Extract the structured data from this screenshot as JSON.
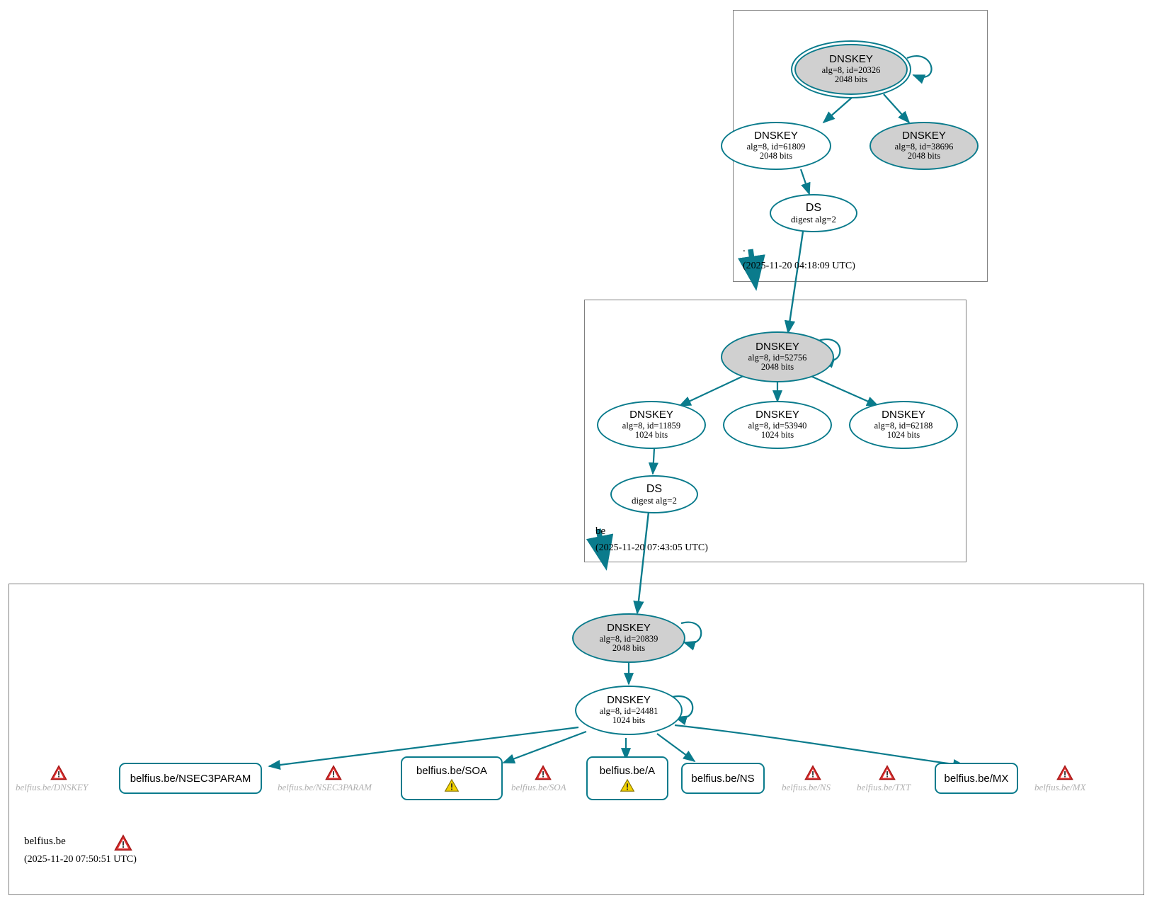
{
  "diagram": {
    "kind": "dnssec-authentication-chain",
    "accent_color": "#0a7b8c",
    "zone_box_color": "#808080",
    "secure_key_fill": "#d0d0d0",
    "error_color": "#cc2222",
    "warning_color": "#f2c200"
  },
  "zones": [
    {
      "id": "root",
      "name": ".",
      "timestamp": "(2025-11-20 04:18:09 UTC)"
    },
    {
      "id": "be",
      "name": "be",
      "timestamp": "(2025-11-20 07:43:05 UTC)"
    },
    {
      "id": "belfius",
      "name": "belfius.be",
      "timestamp": "(2025-11-20 07:50:51 UTC)",
      "status_icon": "error-triangle-icon"
    }
  ],
  "nodes": {
    "root_ksk": {
      "type": "DNSKEY",
      "line1": "DNSKEY",
      "line2": "alg=8, id=20326",
      "line3": "2048 bits"
    },
    "root_zsk": {
      "type": "DNSKEY",
      "line1": "DNSKEY",
      "line2": "alg=8, id=61809",
      "line3": "2048 bits"
    },
    "root_other": {
      "type": "DNSKEY",
      "line1": "DNSKEY",
      "line2": "alg=8, id=38696",
      "line3": "2048 bits"
    },
    "root_ds": {
      "type": "DS",
      "line1": "DS",
      "line2": "digest alg=2"
    },
    "be_ksk": {
      "type": "DNSKEY",
      "line1": "DNSKEY",
      "line2": "alg=8, id=52756",
      "line3": "2048 bits"
    },
    "be_zsk1": {
      "type": "DNSKEY",
      "line1": "DNSKEY",
      "line2": "alg=8, id=11859",
      "line3": "1024 bits"
    },
    "be_zsk2": {
      "type": "DNSKEY",
      "line1": "DNSKEY",
      "line2": "alg=8, id=53940",
      "line3": "1024 bits"
    },
    "be_zsk3": {
      "type": "DNSKEY",
      "line1": "DNSKEY",
      "line2": "alg=8, id=62188",
      "line3": "1024 bits"
    },
    "be_ds": {
      "type": "DS",
      "line1": "DS",
      "line2": "digest alg=2"
    },
    "belfius_ksk": {
      "type": "DNSKEY",
      "line1": "DNSKEY",
      "line2": "alg=8, id=20839",
      "line3": "2048 bits"
    },
    "belfius_zsk": {
      "type": "DNSKEY",
      "line1": "DNSKEY",
      "line2": "alg=8, id=24481",
      "line3": "1024 bits"
    }
  },
  "rrsets": [
    {
      "id": "nsec3param",
      "label": "belfius.be/NSEC3PARAM",
      "warning": false
    },
    {
      "id": "soa",
      "label": "belfius.be/SOA",
      "warning": true
    },
    {
      "id": "a",
      "label": "belfius.be/A",
      "warning": true
    },
    {
      "id": "ns",
      "label": "belfius.be/NS",
      "warning": false
    },
    {
      "id": "mx",
      "label": "belfius.be/MX",
      "warning": false
    }
  ],
  "ghost_rrsets": [
    {
      "id": "ghost-dnskey",
      "label": "belfius.be/DNSKEY"
    },
    {
      "id": "ghost-nsec3param",
      "label": "belfius.be/NSEC3PARAM"
    },
    {
      "id": "ghost-soa",
      "label": "belfius.be/SOA"
    },
    {
      "id": "ghost-ns",
      "label": "belfius.be/NS"
    },
    {
      "id": "ghost-txt",
      "label": "belfius.be/TXT"
    },
    {
      "id": "ghost-mx",
      "label": "belfius.be/MX"
    }
  ]
}
